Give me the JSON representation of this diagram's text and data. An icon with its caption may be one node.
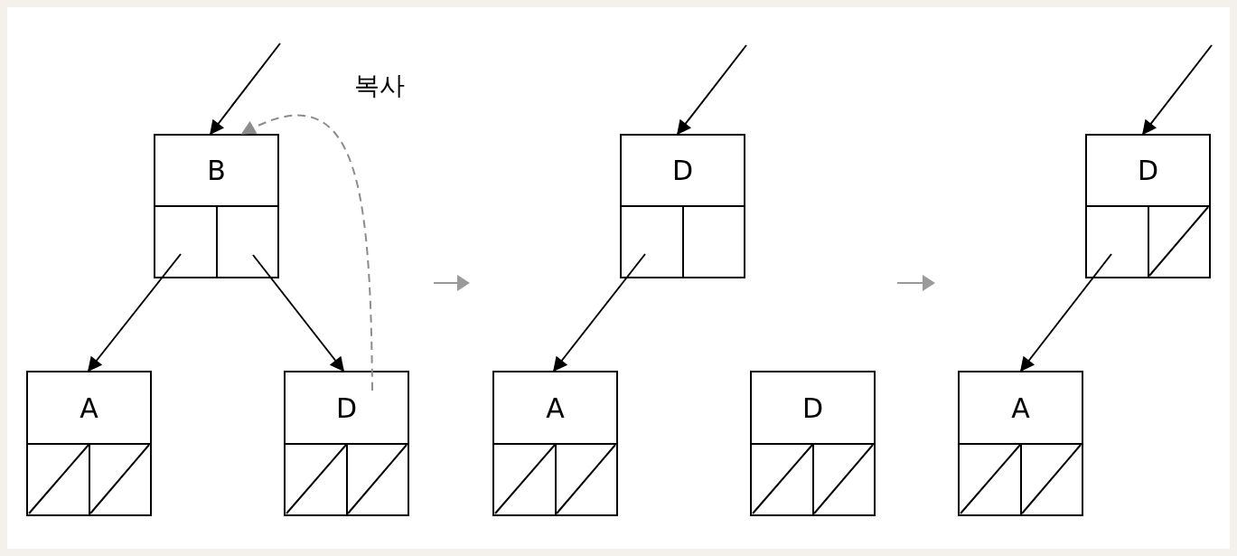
{
  "diagram": {
    "nodes": [
      {
        "text": [
          "B"
        ]
      },
      {
        "text": [
          "A"
        ]
      },
      {
        "text": [
          "D"
        ]
      },
      {
        "text": [
          "D"
        ]
      },
      {
        "text": [
          "A"
        ]
      },
      {
        "text": [
          "D"
        ]
      },
      {
        "text": [
          "D"
        ]
      },
      {
        "text": [
          "A"
        ]
      }
    ],
    "edges": [
      {
        "from": null,
        "to": 0,
        "arrow": "to"
      },
      {
        "from": 0,
        "to": 1,
        "arrow": "to"
      },
      {
        "from": 0,
        "to": 2,
        "arrow": "to"
      },
      {
        "from": 2,
        "to": 0,
        "arrow": "to",
        "label": "복사",
        "style": "dashed",
        "color": "#8c8c8c"
      },
      {
        "from": null,
        "to": 3,
        "arrow": "to"
      },
      {
        "from": 3,
        "to": 4,
        "arrow": "to"
      },
      {
        "from": null,
        "to": 6,
        "arrow": "to"
      },
      {
        "from": 6,
        "to": 7,
        "arrow": "to"
      }
    ]
  }
}
